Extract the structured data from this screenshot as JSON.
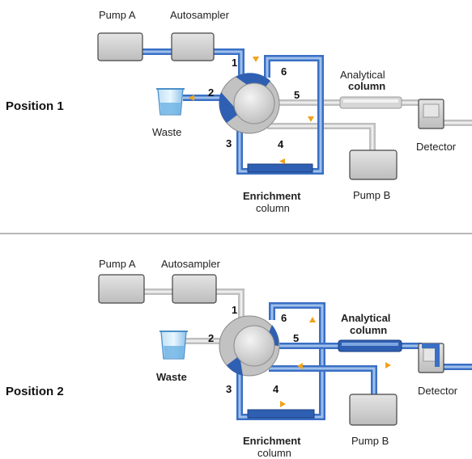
{
  "colors": {
    "blue_tube": "#3a6fc4",
    "blue_tube_light": "#9fc0ec",
    "gray_tube": "#bfbfbf",
    "gray_tube_light": "#eeeeee",
    "arrow": "#f2a21a",
    "box_fill": "#d2d2d2",
    "box_stroke": "#444444",
    "divider": "#b8b8b8"
  },
  "panels": [
    {
      "position_label": "Position 1",
      "pump_a": "Pump A",
      "autosampler": "Autosampler",
      "waste": "Waste",
      "analytical_line1": "Analytical",
      "analytical_line2": "column",
      "detector": "Detector",
      "pump_b": "Pump B",
      "enrichment_line1": "Enrichment",
      "enrichment_line2": "column",
      "ports": [
        "1",
        "2",
        "3",
        "4",
        "5",
        "6"
      ]
    },
    {
      "position_label": "Position 2",
      "pump_a": "Pump A",
      "autosampler": "Autosampler",
      "waste": "Waste",
      "analytical_line1": "Analytical",
      "analytical_line2": "column",
      "detector": "Detector",
      "pump_b": "Pump B",
      "enrichment_line1": "Enrichment",
      "enrichment_line2": "column",
      "ports": [
        "1",
        "2",
        "3",
        "4",
        "5",
        "6"
      ]
    }
  ]
}
